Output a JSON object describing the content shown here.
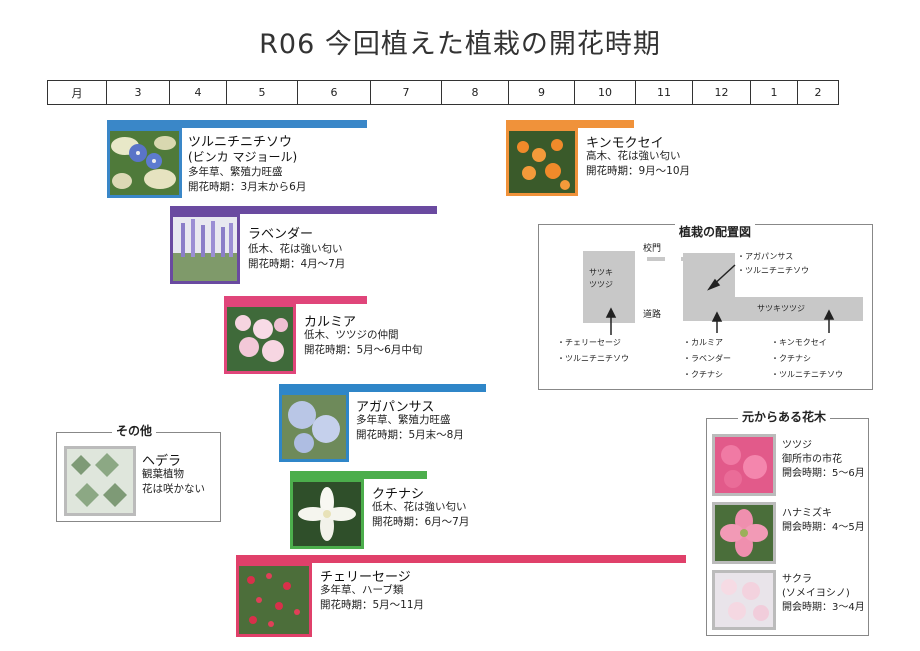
{
  "title": "R06 今回植えた植栽の開花時期",
  "months": [
    "月",
    "3",
    "4",
    "5",
    "6",
    "7",
    "8",
    "9",
    "10",
    "11",
    "12",
    "1",
    "2"
  ],
  "plants": [
    {
      "name": "ツルニチニチソウ",
      "subname": "(ビンカ マジョール)",
      "line1": "多年草、繁殖力旺盛",
      "line2": "開花時期：3月末から6月",
      "color": "#3a87c8"
    },
    {
      "name": "ラベンダー",
      "line1": "低木、花は強い匂い",
      "line2": "開花時期：4月～7月",
      "color": "#6a4aa0"
    },
    {
      "name": "カルミア",
      "line1": "低木、ツツジの仲間",
      "line2": "開花時期：5月～6月中旬",
      "color": "#e0457a"
    },
    {
      "name": "アガパンサス",
      "line1": "多年草、繁殖力旺盛",
      "line2": "開花時期：5月末～8月",
      "color": "#2f86c8"
    },
    {
      "name": "クチナシ",
      "line1": "低木、花は強い匂い",
      "line2": "開花時期：6月～7月",
      "color": "#4cae4c"
    },
    {
      "name": "チェリーセージ",
      "line1": "多年草、ハーブ類",
      "line2": "開花時期：5月～11月",
      "color": "#e0406a"
    },
    {
      "name": "キンモクセイ",
      "line1": "高木、花は強い匂い",
      "line2": "開花時期：9月～10月",
      "color": "#f0923a"
    }
  ],
  "other": {
    "title": "その他",
    "name": "ヘデラ",
    "line1": "観葉植物",
    "line2": "花は咲かない"
  },
  "existing": {
    "title": "元からある花木",
    "items": [
      {
        "name": "ツツジ",
        "line1": "御所市の市花",
        "line2": "開会時期：5～6月"
      },
      {
        "name": "ハナミズキ",
        "line1": "開会時期：4～5月"
      },
      {
        "name": "サクラ",
        "line1": "(ソメイヨシノ)",
        "line2": "開会時期：3～4月"
      }
    ]
  },
  "layout_map": {
    "title": "植栽の配置図",
    "gate": "校門",
    "road": "道路",
    "satsuki_tsutsuji_left": [
      "サツキ",
      "ツツジ"
    ],
    "satsuki_tsutsuji_right": "サツキツツジ",
    "label_top": [
      "・アガパンサス",
      "・ツルニチニチソウ"
    ],
    "label_left": [
      "・チェリーセージ",
      "・ツルニチニチソウ"
    ],
    "label_mid": [
      "・カルミア",
      "・ラベンダー",
      "・クチナシ"
    ],
    "label_right": [
      "・キンモクセイ",
      "・クチナシ",
      "・ツルニチニチソウ"
    ]
  },
  "colors": {
    "photo_border": "#9a9a9a",
    "map_block": "#c8c8c8"
  }
}
